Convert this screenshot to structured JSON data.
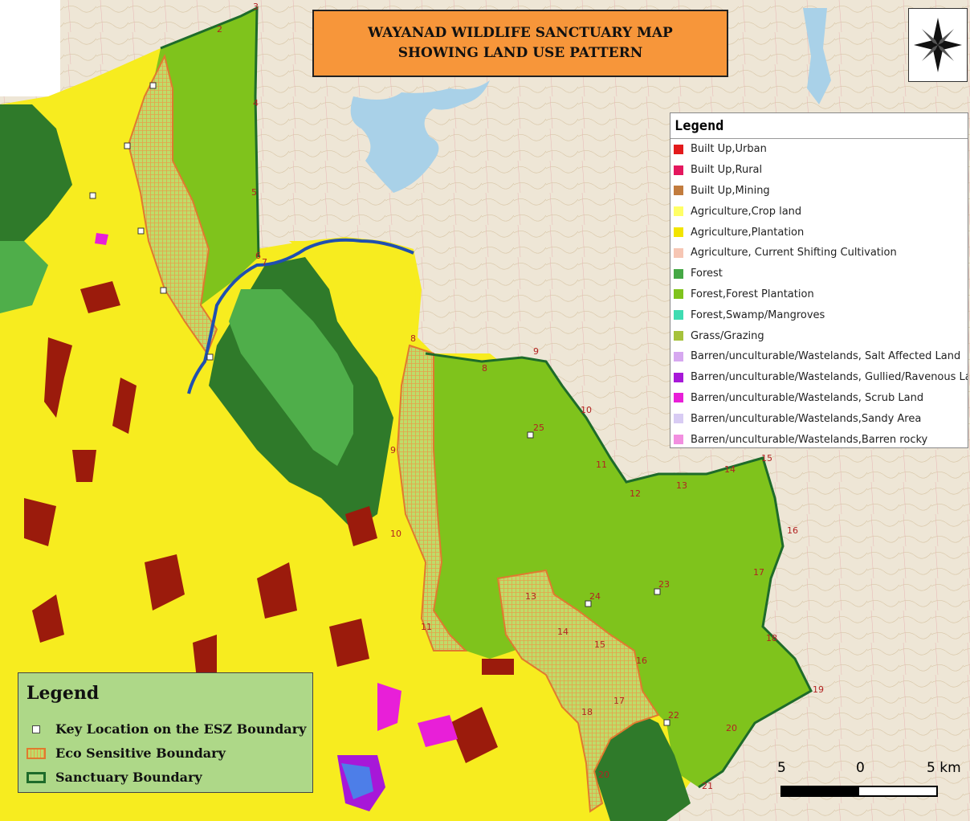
{
  "title": {
    "line1": "WAYANAD WILDLIFE SANCTUARY MAP",
    "line2": "SHOWING LAND USE PATTERN"
  },
  "land_use_legend": {
    "title": "Legend",
    "items": [
      {
        "label": "Built Up,Urban",
        "color": "#e31a1c"
      },
      {
        "label": "Built Up,Rural",
        "color": "#e4175e"
      },
      {
        "label": "Built Up,Mining",
        "color": "#c27c3e"
      },
      {
        "label": "Agriculture,Crop land",
        "color": "#ffff66"
      },
      {
        "label": "Agriculture,Plantation",
        "color": "#f2e400"
      },
      {
        "label": "Agriculture, Current Shifting Cultivation",
        "color": "#f6c6b4"
      },
      {
        "label": "Forest",
        "color": "#45a845"
      },
      {
        "label": "Forest,Forest Plantation",
        "color": "#7fc31c"
      },
      {
        "label": "Forest,Swamp/Mangroves",
        "color": "#3fdcb2"
      },
      {
        "label": "Grass/Grazing",
        "color": "#a6c23c"
      },
      {
        "label": "Barren/unculturable/Wastelands, Salt Affected Land",
        "color": "#d6a8f0"
      },
      {
        "label": "Barren/unculturable/Wastelands, Gullied/Ravenous Land",
        "color": "#a718d8"
      },
      {
        "label": "Barren/unculturable/Wastelands, Scrub Land",
        "color": "#e81fd8"
      },
      {
        "label": "Barren/unculturable/Wastelands,Sandy Area",
        "color": "#d8ccf4"
      },
      {
        "label": "Barren/unculturable/Wastelands,Barren rocky",
        "color": "#f28fe0"
      }
    ]
  },
  "boundary_legend": {
    "title": "Legend",
    "items": [
      {
        "label": "Key Location on the ESZ Boundary",
        "symbol": "square"
      },
      {
        "label": "Eco Sensitive Boundary",
        "symbol": "hatched-orange"
      },
      {
        "label": "Sanctuary Boundary",
        "symbol": "green-outline"
      }
    ]
  },
  "scale_bar": {
    "left": "5",
    "middle": "0",
    "right": "5 km"
  },
  "colors": {
    "crop": "#f7ec1f",
    "plantation_red": "#9b1b0c",
    "forest_light": "#7fc31c",
    "forest_dark": "#2f7a2a",
    "forest_mid": "#4fae4a",
    "eco_boundary": "#e07a2f",
    "river": "#1f4fb0",
    "topo": "#eee6d6"
  },
  "markers": [
    {
      "label": "25"
    },
    {
      "label": "23"
    },
    {
      "label": "24"
    },
    {
      "label": "22"
    }
  ],
  "boundary_numbers": [
    "2",
    "3",
    "4",
    "5",
    "6",
    "7",
    "8",
    "9",
    "10",
    "11",
    "12",
    "13",
    "14",
    "15",
    "16",
    "17",
    "18",
    "19",
    "20",
    "21",
    "8",
    "9",
    "10",
    "11",
    "13",
    "14",
    "15",
    "16",
    "17",
    "18",
    "20"
  ]
}
